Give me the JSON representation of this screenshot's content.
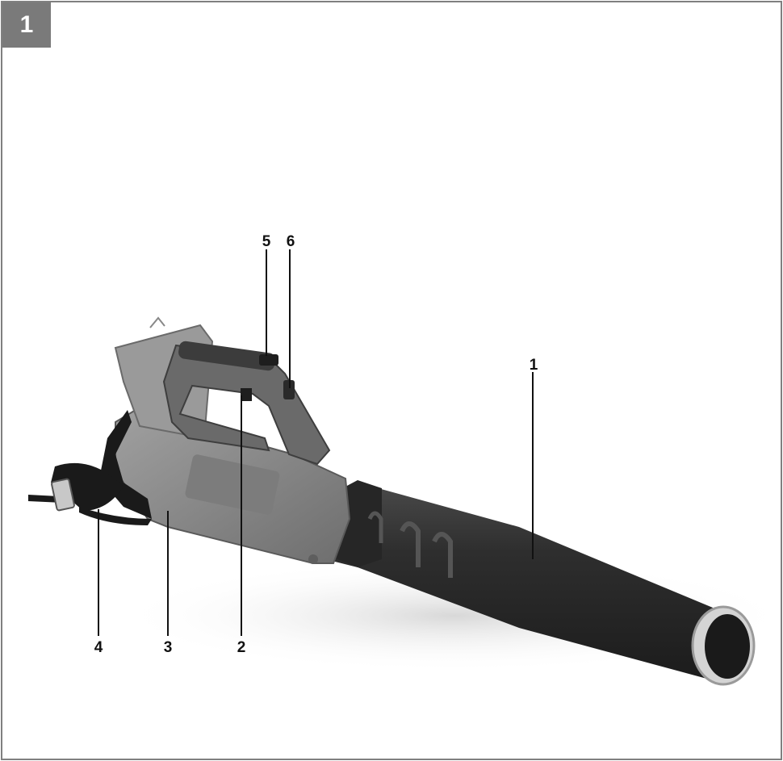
{
  "figure": {
    "number": "1"
  },
  "callouts": {
    "c1": "1",
    "c2": "2",
    "c3": "3",
    "c4": "4",
    "c5": "5",
    "c6": "6"
  },
  "colors": {
    "frame": "#808080",
    "badge": "#7a7a7a",
    "housing_grey": "#8c8c8c",
    "tube_dark": "#2e2e2e",
    "strap_black": "#1a1a1a"
  }
}
